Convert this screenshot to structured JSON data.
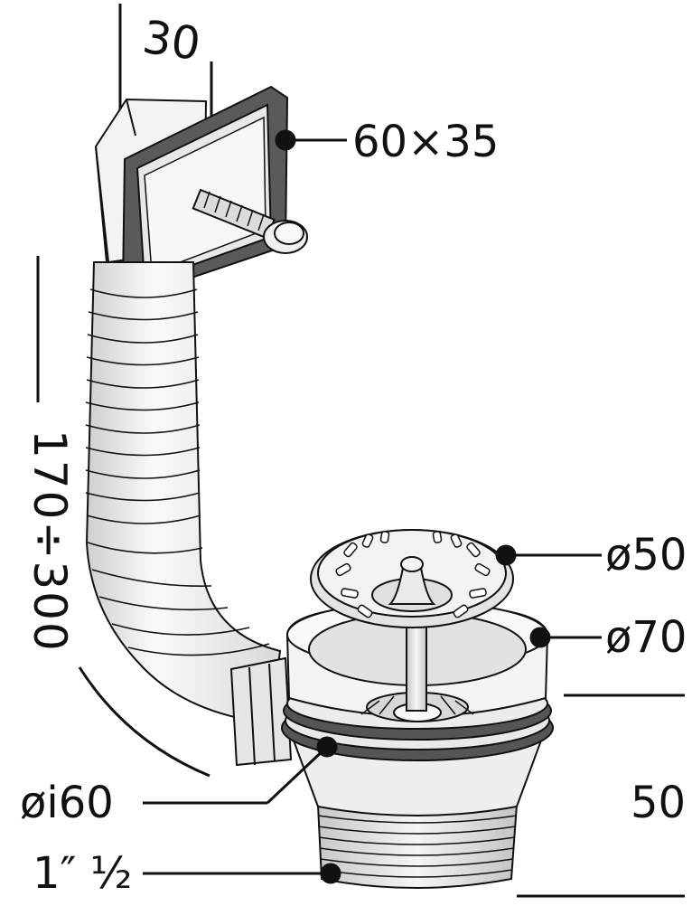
{
  "labels": {
    "top_width": "30",
    "outlet_size": "60×35",
    "height_range": "170÷300",
    "strainer_diameter": "ø50",
    "flange_diameter": "ø70",
    "inner_diameter": "øi60",
    "thread": "1″ ½",
    "depth": "50"
  },
  "colors": {
    "line": "#111111",
    "plastic": "#f2f2f2",
    "plastic_shade": "#d6d6d6",
    "gasket": "#555555",
    "metal": "#e4e4e4"
  }
}
